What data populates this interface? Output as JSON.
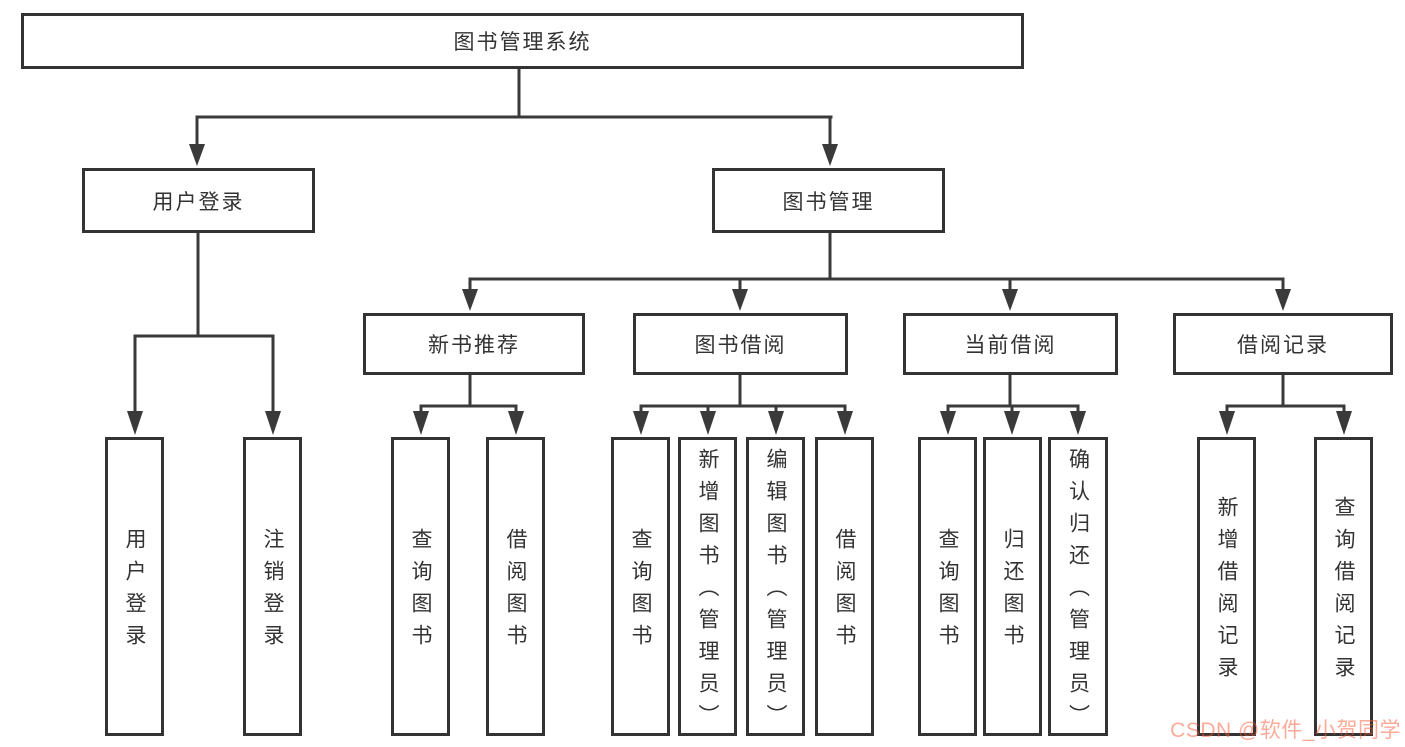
{
  "diagram": {
    "tree": {
      "label": "图书管理系统",
      "children": [
        {
          "label": "用户登录",
          "children": [
            {
              "label": "用户登录"
            },
            {
              "label": "注销登录"
            }
          ]
        },
        {
          "label": "图书管理",
          "children": [
            {
              "label": "新书推荐",
              "children": [
                {
                  "label": "查询图书"
                },
                {
                  "label": "借阅图书"
                }
              ]
            },
            {
              "label": "图书借阅",
              "children": [
                {
                  "label": "查询图书"
                },
                {
                  "label": "新增图书（管理员）"
                },
                {
                  "label": "编辑图书（管理员）"
                },
                {
                  "label": "借阅图书"
                }
              ]
            },
            {
              "label": "当前借阅",
              "children": [
                {
                  "label": "查询图书"
                },
                {
                  "label": "归还图书"
                },
                {
                  "label": "确认归还（管理员）"
                }
              ]
            },
            {
              "label": "借阅记录",
              "children": [
                {
                  "label": "新增借阅记录"
                },
                {
                  "label": "查询借阅记录"
                }
              ]
            }
          ]
        }
      ]
    },
    "colors": {
      "line": "#3a3a3a",
      "box_border": "#333333",
      "text": "#333333",
      "background": "#ffffff",
      "watermark": "#fc5531"
    }
  },
  "watermark": {
    "text": "CSDN @软件_小贺同学"
  }
}
